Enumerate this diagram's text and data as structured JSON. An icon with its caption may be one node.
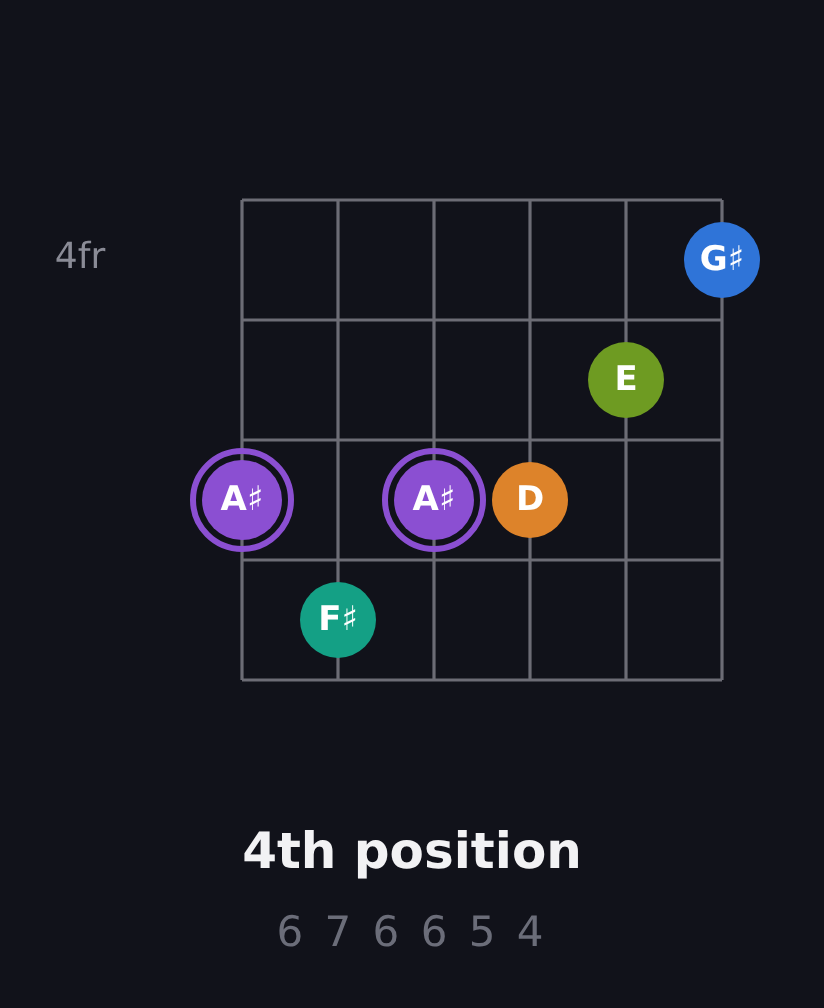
{
  "diagram": {
    "title": "4th position",
    "nodes": [
      {
        "text": [
          "G♯"
        ]
      },
      {
        "text": [
          "E"
        ]
      },
      {
        "text": [
          "A♯"
        ]
      },
      {
        "text": [
          "A♯"
        ]
      },
      {
        "text": [
          "D"
        ]
      },
      {
        "text": [
          "F♯"
        ]
      }
    ],
    "labels": [
      "4fr",
      "6 7 6 6 5 4"
    ]
  }
}
